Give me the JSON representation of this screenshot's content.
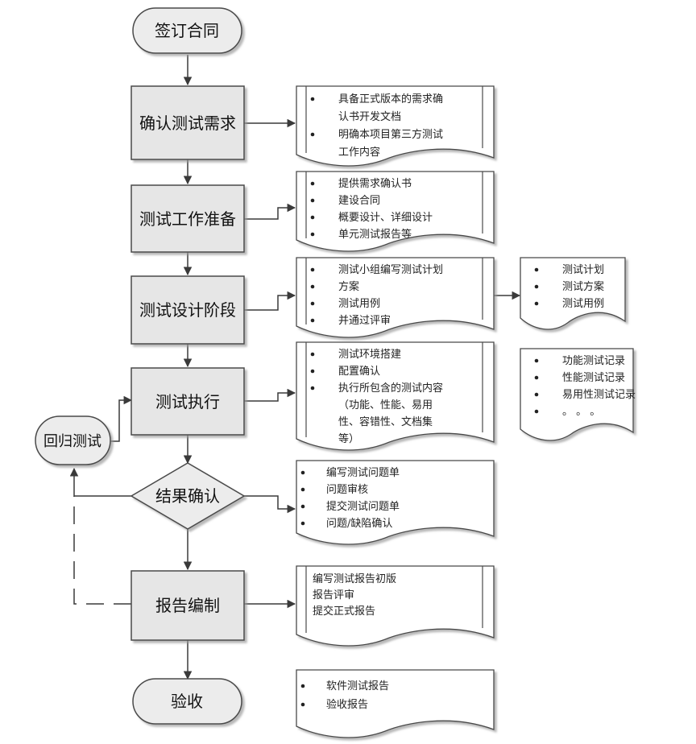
{
  "nodes": {
    "start": "签订合同",
    "confirm_requirements": "确认测试需求",
    "preparation": "测试工作准备",
    "design": "测试设计阶段",
    "execution": "测试执行",
    "result_check": "结果确认",
    "report": "报告编制",
    "acceptance": "验收",
    "regression": "回归测试"
  },
  "notes": {
    "confirm_requirements": {
      "bulleted": true,
      "lines": [
        "具备正式版本的需求确",
        "认书开发文档",
        "明确本项目第三方测试",
        "工作内容"
      ],
      "bullets_on": [
        0,
        2
      ]
    },
    "preparation": {
      "bulleted": true,
      "lines": [
        "提供需求确认书",
        "建设合同",
        "概要设计、详细设计",
        "单元测试报告等"
      ],
      "bullets_on": [
        0,
        1,
        2,
        3
      ]
    },
    "design": {
      "bulleted": true,
      "lines": [
        "测试小组编写测试计划",
        "方案",
        "测试用例",
        "并通过评审"
      ],
      "bullets_on": [
        0,
        1,
        2,
        3
      ]
    },
    "design_output": {
      "bulleted": true,
      "lines": [
        "测试计划",
        "测试方案",
        "测试用例"
      ],
      "bullets_on": [
        0,
        1,
        2
      ]
    },
    "execution": {
      "bulleted": true,
      "lines": [
        "测试环境搭建",
        "配置确认",
        "执行所包含的测试内容",
        "（功能、性能、易用",
        "性、容错性、文档集",
        "等）"
      ],
      "bullets_on": [
        0,
        1,
        2
      ]
    },
    "execution_output": {
      "bulleted": true,
      "lines": [
        "功能测试记录",
        "性能测试记录",
        "易用性测试记录",
        "。 。 。"
      ],
      "bullets_on": [
        0,
        1,
        2,
        3
      ]
    },
    "result_check": {
      "bulleted": true,
      "lines": [
        "编写测试问题单",
        "问题审核",
        "提交测试问题单",
        "问题/缺陷确认"
      ],
      "bullets_on": [
        0,
        1,
        2,
        3
      ]
    },
    "report": {
      "bulleted": false,
      "lines": [
        "编写测试报告初版",
        "报告评审",
        "提交正式报告"
      ],
      "bullets_on": []
    },
    "acceptance": {
      "bulleted": true,
      "lines": [
        "软件测试报告",
        "验收报告"
      ],
      "bullets_on": [
        0,
        1
      ]
    }
  }
}
